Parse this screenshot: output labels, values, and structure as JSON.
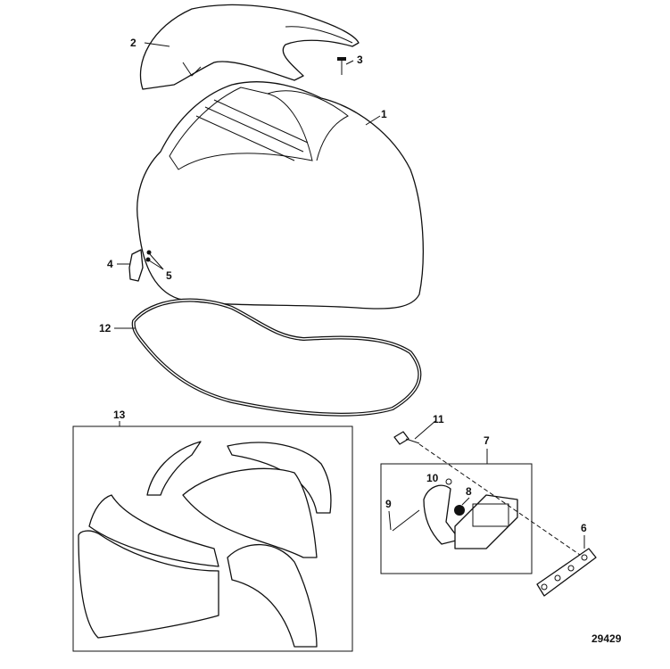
{
  "diagram": {
    "figure_number": "29429",
    "callouts": [
      {
        "id": "1",
        "label": "1"
      },
      {
        "id": "2",
        "label": "2"
      },
      {
        "id": "3",
        "label": "3"
      },
      {
        "id": "4",
        "label": "4"
      },
      {
        "id": "5",
        "label": "5"
      },
      {
        "id": "6",
        "label": "6"
      },
      {
        "id": "7",
        "label": "7"
      },
      {
        "id": "8",
        "label": "8"
      },
      {
        "id": "9",
        "label": "9"
      },
      {
        "id": "10",
        "label": "10"
      },
      {
        "id": "11",
        "label": "11"
      },
      {
        "id": "12",
        "label": "12"
      },
      {
        "id": "13",
        "label": "13"
      }
    ]
  }
}
